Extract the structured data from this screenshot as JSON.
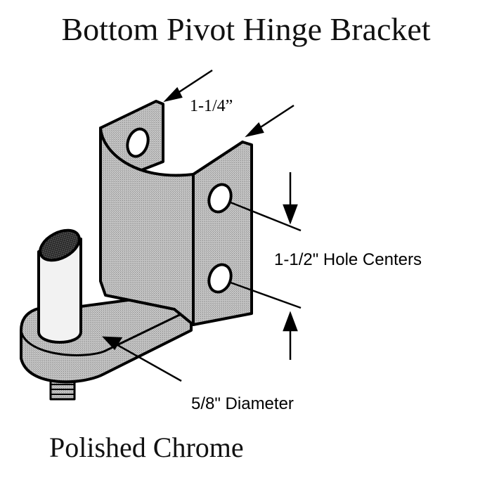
{
  "title": "Bottom Pivot Hinge Bracket",
  "footer": "Polished Chrome",
  "dimensions": {
    "width": "1-1/4”",
    "hole_centers": "1-1/2\" Hole Centers",
    "diameter": "5/8\" Diameter"
  },
  "colors": {
    "metal_fill": "#b8b8b8",
    "metal_light": "#ececec",
    "outline": "#000000"
  }
}
